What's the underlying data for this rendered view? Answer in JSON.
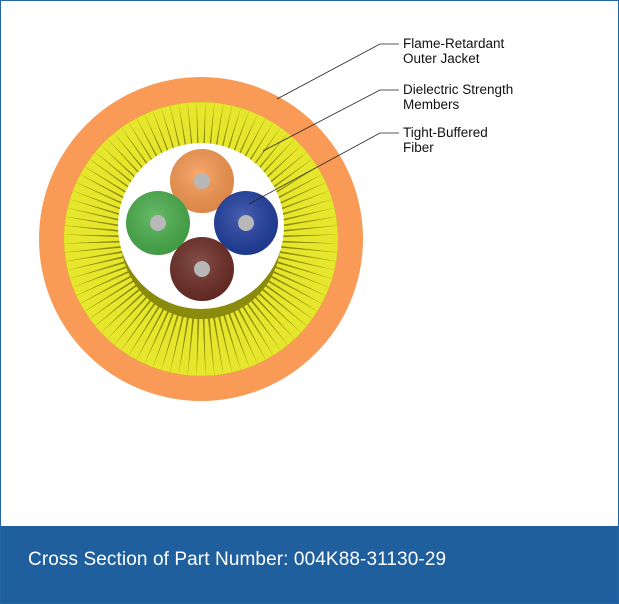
{
  "labels": [
    {
      "lines": [
        "Flame-Retardant",
        "Outer Jacket"
      ]
    },
    {
      "lines": [
        "Dielectric Strength",
        "Members"
      ]
    },
    {
      "lines": [
        "Tight-Buffered",
        "Fiber"
      ]
    }
  ],
  "caption": "Cross Section of Part Number: 004K88-31130-29",
  "colors": {
    "jacket": "#f99b56",
    "strength_light": "#e6e62d",
    "strength_dark": "#5e5e00",
    "core": "#ffffff",
    "fiber_orange": "#f7974f",
    "fiber_green": "#48ad4a",
    "fiber_blue": "#1f3d9e",
    "fiber_brown": "#6b2b23",
    "fiber_center": "#b8b8b8",
    "caption_bg": "#1f5f9e"
  }
}
